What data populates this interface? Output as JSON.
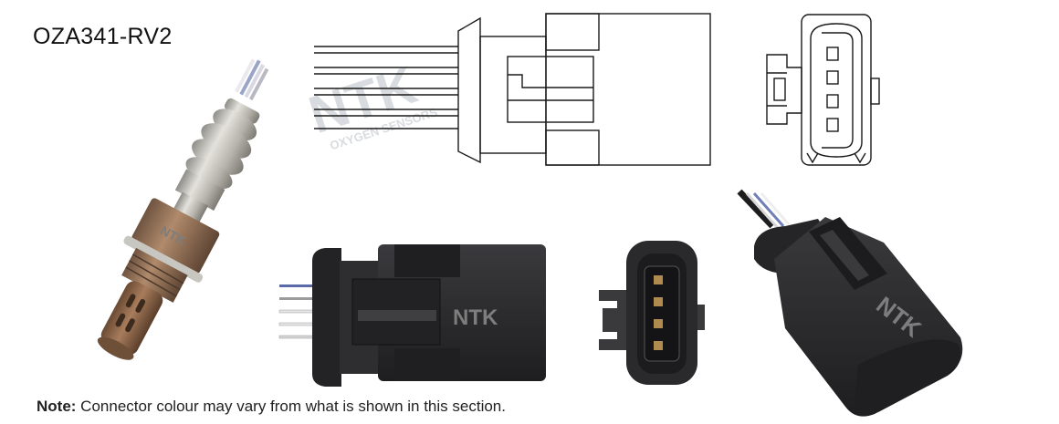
{
  "part_number": "OZA341-RV2",
  "note": {
    "label": "Note:",
    "text": " Connector colour may vary from what is shown in this section."
  },
  "watermark": {
    "brand": "NTK",
    "sub": "OXYGEN SENSORS"
  },
  "sensor_body_mark": "NTK",
  "connector_brand": "NTK",
  "colors": {
    "connector_black": "#2b2b2d",
    "sensor_metal": "#b9b7b1",
    "sensor_tip": "#8a6548",
    "line_art": "#1a1a1a"
  }
}
